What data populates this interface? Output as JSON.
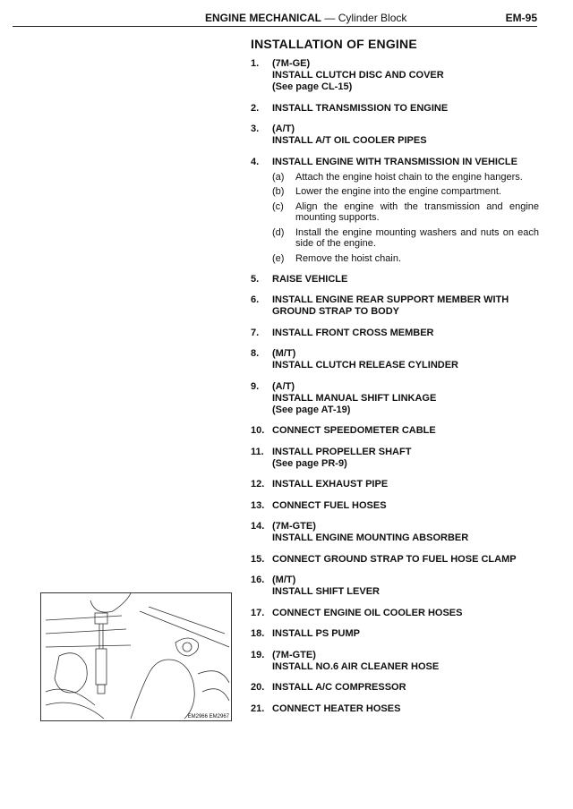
{
  "header": {
    "section": "ENGINE MECHANICAL",
    "separator": "—",
    "subsection": "Cylinder Block",
    "page": "EM-95"
  },
  "title": "INSTALLATION OF ENGINE",
  "steps": [
    {
      "n": "1.",
      "lines": [
        "(7M-GE)",
        "INSTALL CLUTCH DISC AND COVER",
        "(See page CL-15)"
      ]
    },
    {
      "n": "2.",
      "lines": [
        "INSTALL TRANSMISSION TO ENGINE"
      ]
    },
    {
      "n": "3.",
      "lines": [
        "(A/T)",
        "INSTALL A/T OIL COOLER PIPES"
      ]
    },
    {
      "n": "4.",
      "lines": [
        "INSTALL ENGINE WITH TRANSMISSION IN VEHICLE"
      ],
      "subs": [
        {
          "l": "(a)",
          "t": "Attach the engine hoist chain to the engine hangers."
        },
        {
          "l": "(b)",
          "t": "Lower the engine into the engine compartment."
        },
        {
          "l": "(c)",
          "t": "Align the engine with the transmission and engine mounting supports."
        },
        {
          "l": "(d)",
          "t": "Install the engine mounting washers and nuts on each side of the engine."
        },
        {
          "l": "(e)",
          "t": "Remove the hoist chain."
        }
      ]
    },
    {
      "n": "5.",
      "lines": [
        "RAISE VEHICLE"
      ]
    },
    {
      "n": "6.",
      "lines": [
        "INSTALL ENGINE REAR SUPPORT MEMBER WITH GROUND STRAP TO BODY"
      ]
    },
    {
      "n": "7.",
      "lines": [
        "INSTALL FRONT CROSS MEMBER"
      ]
    },
    {
      "n": "8.",
      "lines": [
        "(M/T)",
        "INSTALL CLUTCH RELEASE CYLINDER"
      ]
    },
    {
      "n": "9.",
      "lines": [
        "(A/T)",
        "INSTALL MANUAL SHIFT LINKAGE",
        "(See page AT-19)"
      ]
    },
    {
      "n": "10.",
      "lines": [
        "CONNECT SPEEDOMETER CABLE"
      ]
    },
    {
      "n": "11.",
      "lines": [
        "INSTALL PROPELLER SHAFT",
        "(See page PR-9)"
      ]
    },
    {
      "n": "12.",
      "lines": [
        "INSTALL EXHAUST PIPE"
      ]
    },
    {
      "n": "13.",
      "lines": [
        "CONNECT FUEL HOSES"
      ]
    },
    {
      "n": "14.",
      "lines": [
        "(7M-GTE)",
        "INSTALL ENGINE MOUNTING ABSORBER"
      ]
    },
    {
      "n": "15.",
      "lines": [
        "CONNECT GROUND STRAP TO FUEL HOSE CLAMP"
      ]
    },
    {
      "n": "16.",
      "lines": [
        "(M/T)",
        "INSTALL SHIFT LEVER"
      ]
    },
    {
      "n": "17.",
      "lines": [
        "CONNECT ENGINE OIL COOLER HOSES"
      ]
    },
    {
      "n": "18.",
      "lines": [
        "INSTALL PS PUMP"
      ]
    },
    {
      "n": "19.",
      "lines": [
        "(7M-GTE)",
        "INSTALL NO.6 AIR CLEANER HOSE"
      ]
    },
    {
      "n": "20.",
      "lines": [
        "INSTALL A/C COMPRESSOR"
      ]
    },
    {
      "n": "21.",
      "lines": [
        "CONNECT HEATER HOSES"
      ]
    }
  ],
  "figure": {
    "caption": "EM2966 EM2967"
  }
}
